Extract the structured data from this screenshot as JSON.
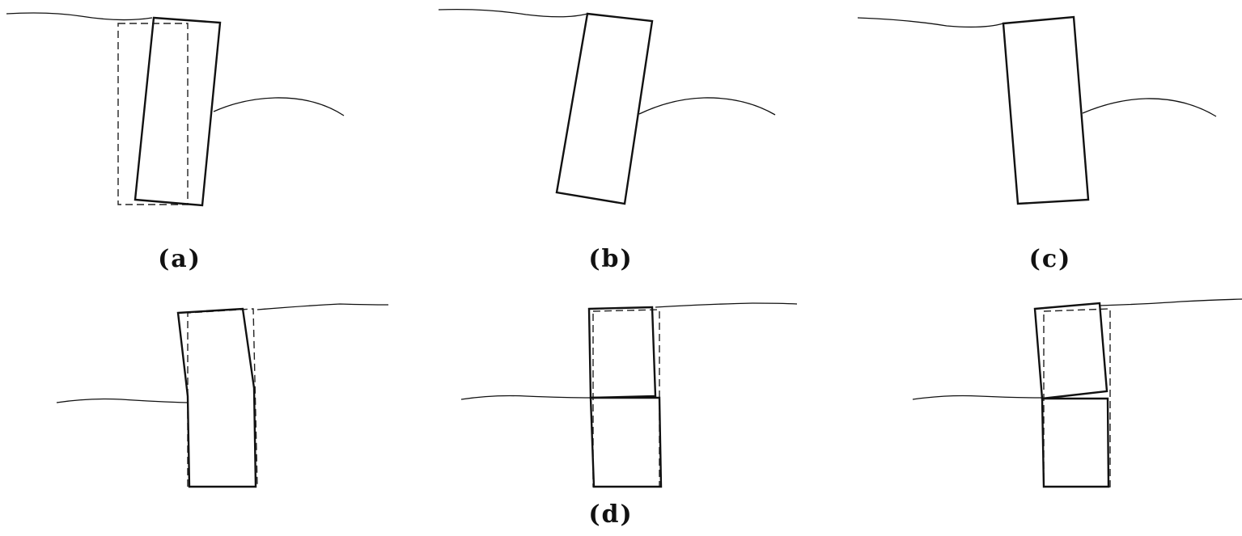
{
  "figure": {
    "panels": [
      {
        "id": "a",
        "caption": "(a)"
      },
      {
        "id": "b",
        "caption": "(b)"
      },
      {
        "id": "c",
        "caption": "(c)"
      },
      {
        "id": "d",
        "caption": "(d)"
      }
    ]
  },
  "colors": {
    "line": "#111111",
    "background": "#ffffff"
  }
}
